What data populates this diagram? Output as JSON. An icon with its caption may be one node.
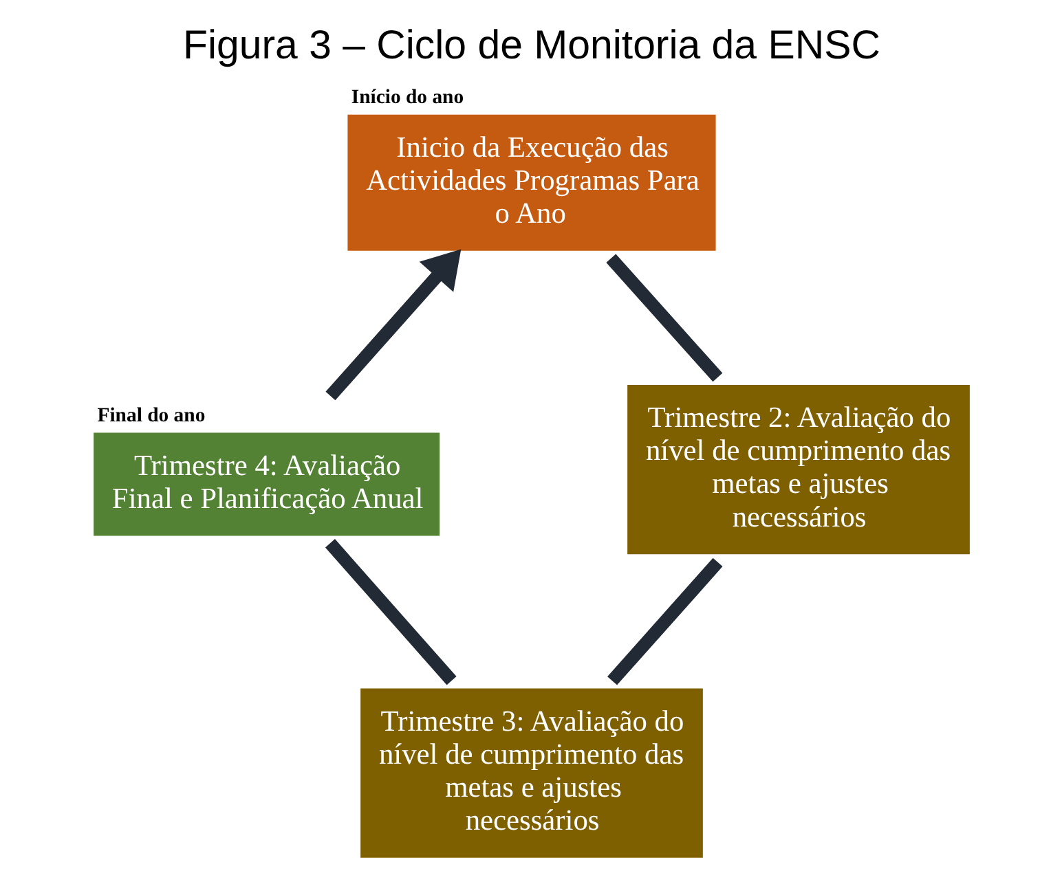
{
  "diagram": {
    "title": "Figura 3 – Ciclo de Monitoria da ENSC",
    "nodes": [
      {
        "text": [
          "Inicio da Execução das Actividades Programas Para o Ano"
        ],
        "beside": [
          "Início do ano"
        ]
      },
      {
        "text": [
          "Trimestre 2: Avaliação do nível de cumprimento das metas e ajustes necessários"
        ]
      },
      {
        "text": [
          "Trimestre 3: Avaliação do nível de cumprimento das metas e ajustes necessários"
        ]
      },
      {
        "text": [
          "Trimestre 4: Avaliação Final e Planificação Anual"
        ],
        "beside": [
          "Final do ano"
        ]
      }
    ],
    "edges": [
      {
        "from": 0,
        "to": 1,
        "arrow": "none"
      },
      {
        "from": 1,
        "to": 2,
        "arrow": "none"
      },
      {
        "from": 2,
        "to": 3,
        "arrow": "none"
      },
      {
        "from": 3,
        "to": 0,
        "arrow": "to"
      }
    ]
  }
}
